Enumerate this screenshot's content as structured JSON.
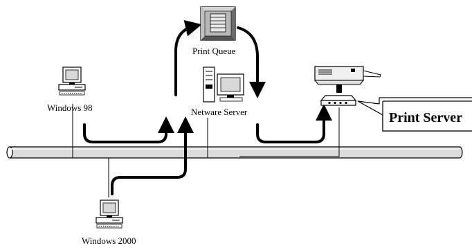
{
  "labels": {
    "windows98": "Windows 98",
    "print_queue": "Print Queue",
    "netware_server": "Netware Server",
    "print_server": "Print Server",
    "windows2000": "Windows 2000"
  },
  "icons": [
    "windows98-computer-icon",
    "print-queue-icon",
    "netware-server-icon",
    "printer-icon",
    "print-server-device-icon",
    "windows2000-computer-icon"
  ]
}
